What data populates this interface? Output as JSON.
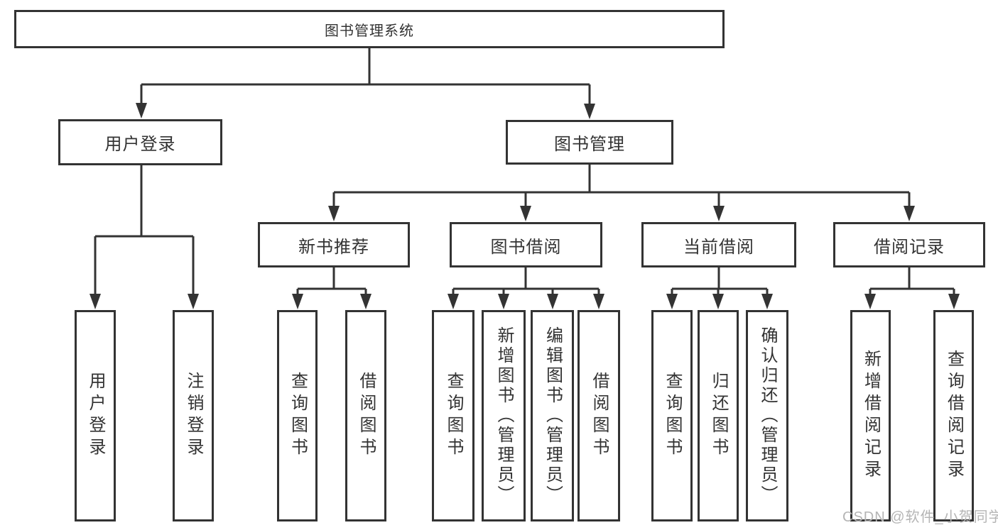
{
  "diagram": {
    "type": "hierarchy-tree",
    "tree": {
      "root": {
        "label": "图书管理系统",
        "children": [
          {
            "label": "用户登录",
            "children": [
              {
                "label": "用户登录"
              },
              {
                "label": "注销登录"
              }
            ]
          },
          {
            "label": "图书管理",
            "children": [
              {
                "label": "新书推荐",
                "children": [
                  {
                    "label": "查询图书"
                  },
                  {
                    "label": "借阅图书"
                  }
                ]
              },
              {
                "label": "图书借阅",
                "children": [
                  {
                    "label": "查询图书"
                  },
                  {
                    "label": "新增图书（管理员）"
                  },
                  {
                    "label": "编辑图书（管理员）"
                  },
                  {
                    "label": "借阅图书"
                  }
                ]
              },
              {
                "label": "当前借阅",
                "children": [
                  {
                    "label": "查询图书"
                  },
                  {
                    "label": "归还图书"
                  },
                  {
                    "label": "确认归还（管理员）"
                  }
                ]
              },
              {
                "label": "借阅记录",
                "children": [
                  {
                    "label": "新增借阅记录"
                  },
                  {
                    "label": "查询借阅记录"
                  }
                ]
              }
            ]
          }
        ]
      }
    },
    "colors": {
      "line": "#333333",
      "node_border": "#333333",
      "text": "#333333",
      "background": "#ffffff"
    }
  },
  "watermark": {
    "text": "CSDN @软件_小贺同学",
    "color": "#b5b5b5"
  }
}
